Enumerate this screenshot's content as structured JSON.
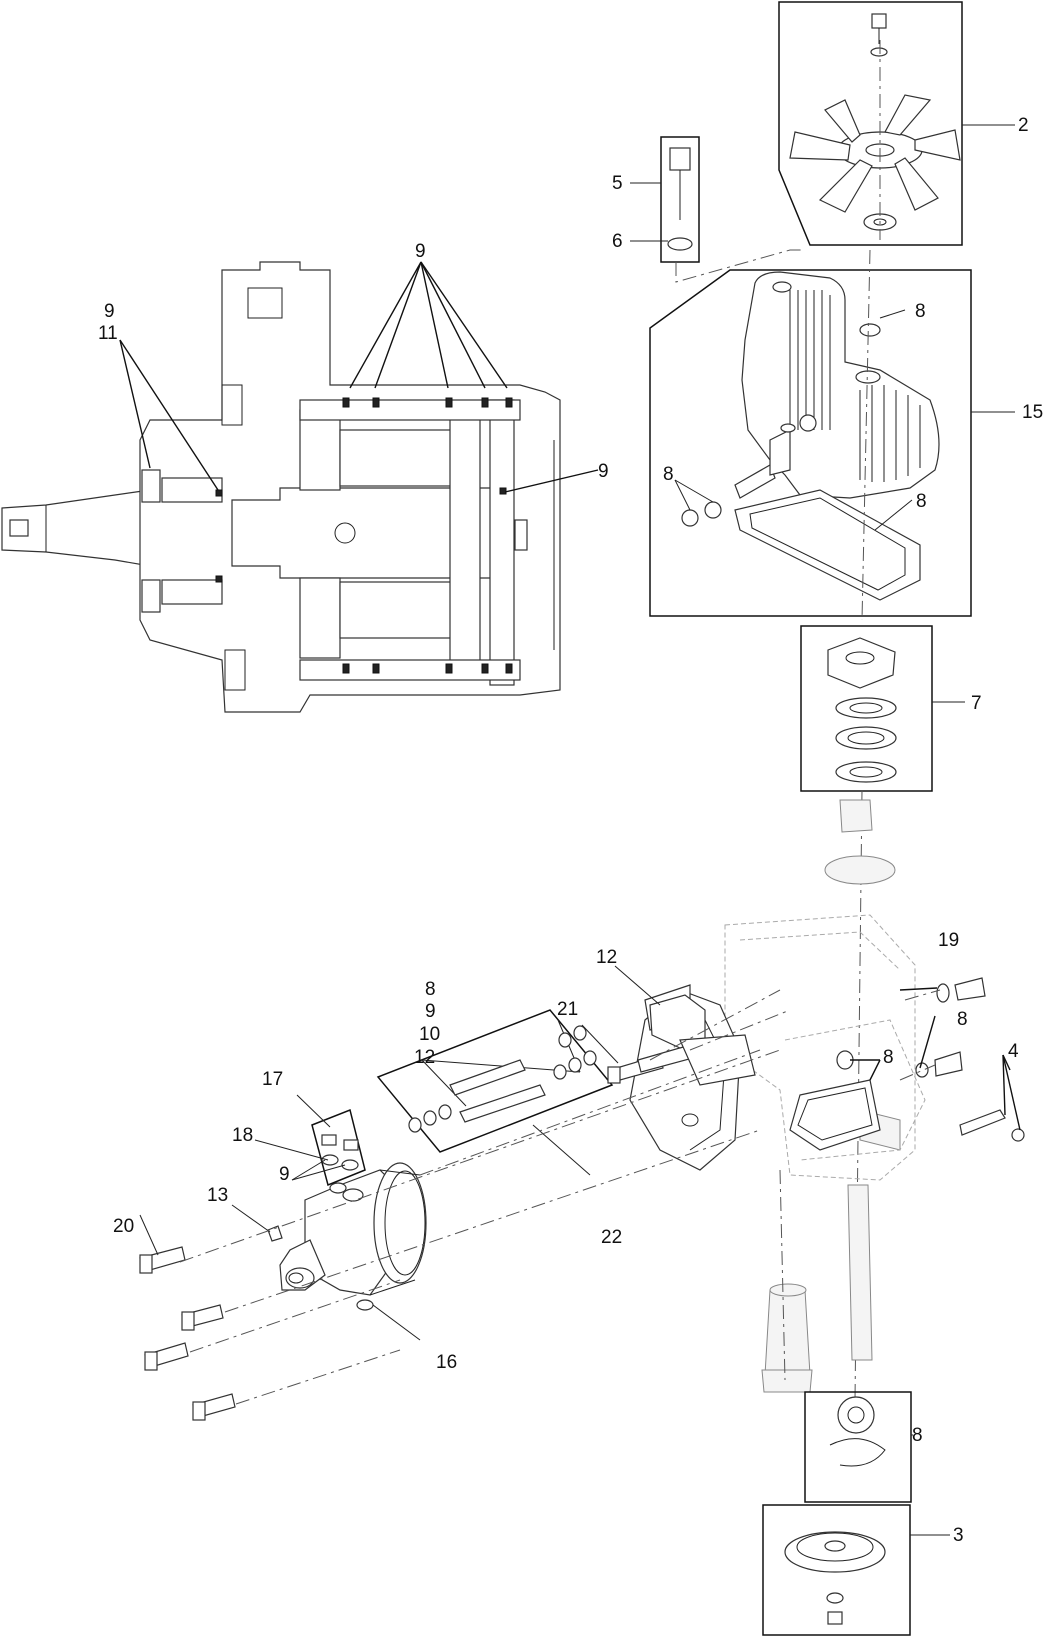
{
  "callouts": {
    "c2": "2",
    "c3": "3",
    "c4": "4",
    "c5": "5",
    "c6": "6",
    "c7": "7",
    "c8_nut": "8",
    "c15": "15",
    "c8_a": "8",
    "c8_gasket": "8",
    "c9_top": "9",
    "c9": "9",
    "c11": "11",
    "c9_right": "9",
    "c12_top": "12",
    "c19": "19",
    "c8_19": "8",
    "c8_mid": "8",
    "c21": "21",
    "c8_stack": "8",
    "c9_stack": "9",
    "c10_stack": "10",
    "c12_stack": "12",
    "c17": "17",
    "c18": "18",
    "c9_left": "9",
    "c13": "13",
    "c20": "20",
    "c22": "22",
    "c16": "16",
    "c8_bottom": "8"
  }
}
